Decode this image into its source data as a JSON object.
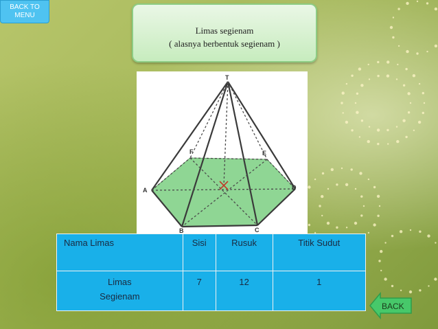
{
  "nav": {
    "back_to_menu": "BACK TO\nMENU",
    "back_to_menu_line1": "BACK TO",
    "back_to_menu_line2": "MENU",
    "back": "BACK"
  },
  "title": {
    "line1": "Limas segienam",
    "line2": "( alasnya berbentuk segienam )"
  },
  "figure": {
    "vertex_labels": [
      "T",
      "A",
      "B",
      "C",
      "D",
      "E",
      "F"
    ]
  },
  "table": {
    "headers": [
      "Nama Limas",
      "Sisi",
      "Rusuk",
      "Titik Sudut"
    ],
    "rows": [
      {
        "name_line1": "Limas",
        "name_line2": "Segienam",
        "sisi": "7",
        "rusuk": "12",
        "titik_sudut": "1"
      }
    ]
  },
  "colors": {
    "table_fill": "#19b0e9",
    "hexagon_fill": "#8fd694",
    "back_button": "#47c86a",
    "menu_button": "#4fc3f1"
  }
}
